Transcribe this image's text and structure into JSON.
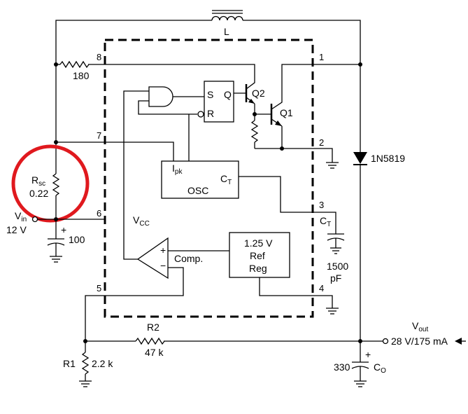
{
  "diagram": {
    "inductor_label": "L",
    "r8_value": "180",
    "rsc_label": "R",
    "rsc_sub": "sc",
    "rsc_value": "0.22",
    "vin_label": "V",
    "vin_sub": "in",
    "vin_value": "12 V",
    "cin_value": "100",
    "plus_sign": "+",
    "minus_sign": "−",
    "vcc_label": "V",
    "vcc_sub": "CC",
    "pins": [
      "8",
      "7",
      "6",
      "5",
      "1",
      "2",
      "3",
      "4"
    ],
    "latch_s": "S",
    "latch_q": "Q",
    "latch_r": "R",
    "q2_label": "Q2",
    "q1_label": "Q1",
    "ipk_label": "I",
    "ipk_sub": "pk",
    "ct_label": "C",
    "ct_sub": "T",
    "osc_label": "OSC",
    "comp_label": "Comp.",
    "ref_line1": "1.25 V",
    "ref_line2": "Ref",
    "ref_line3": "Reg",
    "ct_ext_label": "C",
    "ct_ext_sub": "T",
    "ct_cap_value": "1500",
    "ct_cap_unit": "pF",
    "diode_label": "1N5819",
    "vout_label": "V",
    "vout_sub": "out",
    "vout_value": "28 V/175 mA",
    "r2_label": "R2",
    "r2_value": "47 k",
    "r1_label": "R1",
    "r1_value": "2.2 k",
    "co_value": "330",
    "co_label": "C",
    "co_sub": "O",
    "highlight_color": "#e0191e"
  }
}
